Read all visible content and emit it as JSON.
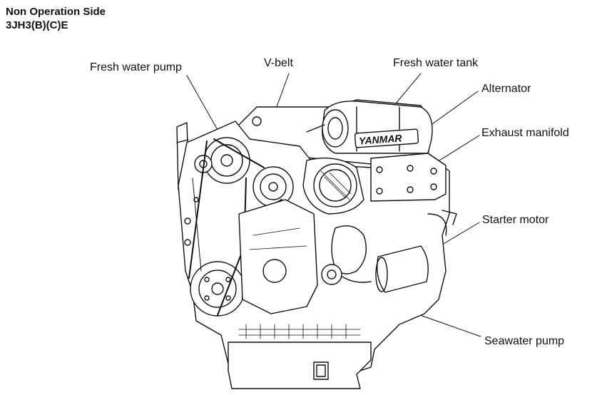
{
  "header": {
    "title": "Non Operation Side",
    "model": "3JH3(B)(C)E"
  },
  "labels": {
    "fresh_water_pump": "Fresh water pump",
    "v_belt": "V-belt",
    "fresh_water_tank": "Fresh water tank",
    "alternator": "Alternator",
    "exhaust_manifold": "Exhaust manifold",
    "starter_motor": "Starter motor",
    "seawater_pump": "Seawater pump"
  },
  "engine_brand": "YANMAR"
}
